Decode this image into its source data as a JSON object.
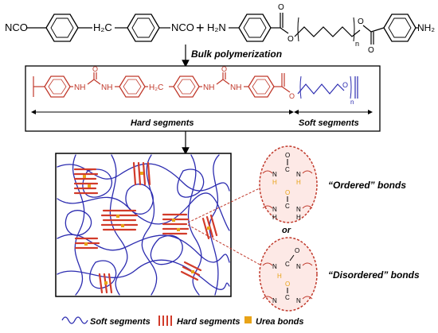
{
  "reaction": {
    "mdi_left": "NCO",
    "mdi_ch2": "H₂C",
    "mdi_right": "NCO",
    "plus": "+",
    "amine_left": "H₂N",
    "n_sub": "n",
    "amine_right": "NH₂",
    "arrow_label": "Bulk polymerization"
  },
  "polymer": {
    "nh_1": "NH",
    "nh_2": "NH",
    "ch2": "H₂C",
    "nh_3": "NH",
    "nh_4": "NH",
    "carbonyl_o_1": "O",
    "carbonyl_o_2": "O",
    "ester_o": "O",
    "ether_o": "O",
    "n_sub": "n",
    "hard_label": "Hard segments",
    "soft_label": "Soft segments"
  },
  "bonds": {
    "ordered_label": "“Ordered” bonds",
    "or_label": "or",
    "disordered_label": "“Disordered” bonds",
    "atom_o": "O",
    "atom_c": "C",
    "atom_n": "N",
    "atom_h": "H"
  },
  "legend": {
    "soft": "Soft segments",
    "hard": "Hard segments",
    "urea": "Urea bonds"
  },
  "colors": {
    "polymer_red": "#c0392b",
    "soft_blue": "#2c2cb0",
    "hard_red": "#d23b2a",
    "urea_gold": "#e8a317",
    "circle_border": "#c0392b",
    "circle_fill": "#fde9e6"
  }
}
